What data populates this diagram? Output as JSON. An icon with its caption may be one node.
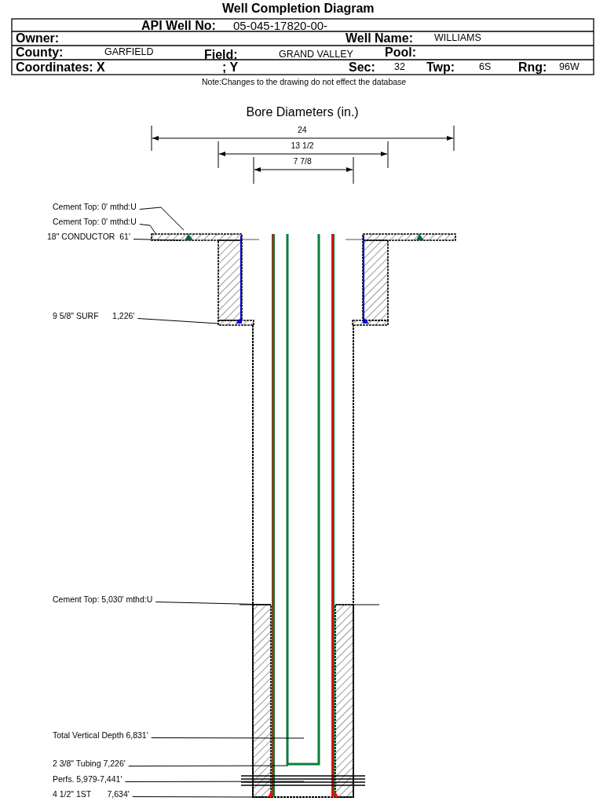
{
  "diagram": {
    "title": "Well Completion Diagram",
    "nodes": [
      {
        "text": [
          "Cement Top: 0' mthd:U"
        ]
      },
      {
        "text": [
          "Cement Top: 0' mthd:U"
        ]
      },
      {
        "text": [
          "18\" CONDUCTOR  61'"
        ]
      },
      {
        "text": [
          "9 5/8\" SURF      1,226'"
        ]
      },
      {
        "text": [
          "Cement Top: 5,030' mthd:U"
        ]
      },
      {
        "text": [
          "Total Vertical Depth 6,831'"
        ]
      },
      {
        "text": [
          "2 3/8\" Tubing 7,226'"
        ]
      },
      {
        "text": [
          "Perfs. 5,979-7,441'"
        ]
      },
      {
        "text": [
          "4 1/2\" 1ST       7,634'"
        ]
      }
    ],
    "edges": [
      {
        "from": 0,
        "to": null,
        "arrow": "none"
      },
      {
        "from": 1,
        "to": null,
        "arrow": "none"
      },
      {
        "from": 2,
        "to": null,
        "arrow": "none"
      },
      {
        "from": 3,
        "to": null,
        "arrow": "none"
      },
      {
        "from": 4,
        "to": null,
        "arrow": "none"
      },
      {
        "from": 5,
        "to": null,
        "arrow": "none"
      },
      {
        "from": 6,
        "to": null,
        "arrow": "none"
      },
      {
        "from": 7,
        "to": null,
        "arrow": "none"
      },
      {
        "from": 8,
        "to": null,
        "arrow": "none"
      }
    ],
    "labels": [
      "API Well No:",
      "05-045-17820-00-",
      "Owner:",
      "Well Name:",
      "WILLIAMS",
      "County:",
      "GARFIELD",
      "Field:",
      "GRAND VALLEY",
      "Pool:",
      "Coordinates: X",
      "; Y",
      "Sec:",
      "32",
      "Twp:",
      "6S",
      "Rng:",
      "96W",
      "Note:Changes to the drawing do not effect the database",
      "Bore Diameters (in.)",
      "24",
      "13 1/2",
      "7 7/8"
    ]
  }
}
